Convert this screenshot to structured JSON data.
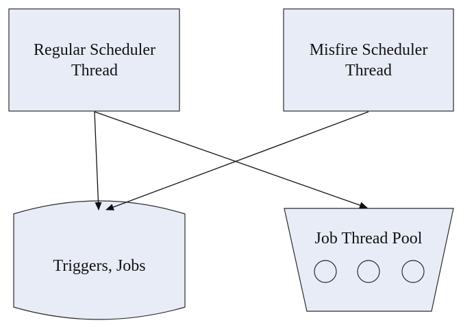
{
  "nodes": {
    "regular_scheduler": {
      "line1": "Regular Scheduler",
      "line2": "Thread"
    },
    "misfire_scheduler": {
      "line1": "Misfire Scheduler",
      "line2": "Thread"
    },
    "triggers_jobs_store": {
      "label": "Triggers, Jobs"
    },
    "job_thread_pool": {
      "label": "Job Thread Pool",
      "thread_count": 3
    }
  },
  "edges": [
    {
      "from": "regular_scheduler",
      "to": "triggers_jobs_store"
    },
    {
      "from": "regular_scheduler",
      "to": "job_thread_pool"
    },
    {
      "from": "misfire_scheduler",
      "to": "triggers_jobs_store"
    }
  ],
  "colors": {
    "node_fill": "#e8ecf7",
    "stroke": "#2a2a2a",
    "edge": "#111111",
    "text": "#111111"
  }
}
